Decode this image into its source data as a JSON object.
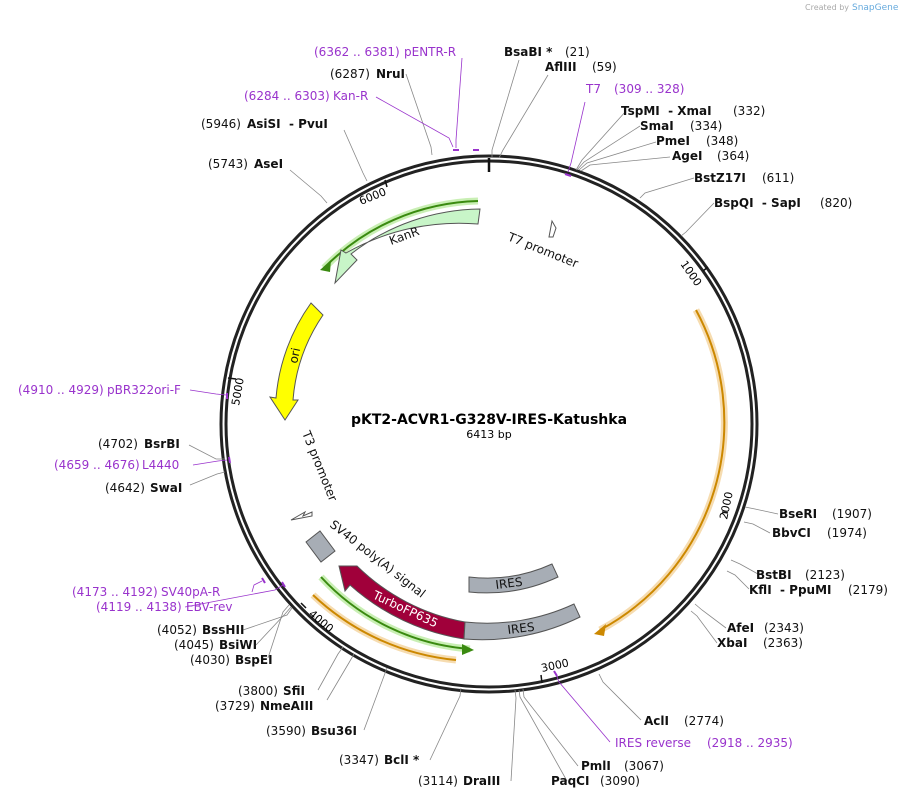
{
  "plasmid": {
    "name": "pKT2-ACVR1-G328V-IRES-Katushka",
    "length_label": "6413 bp",
    "total_bp": 6413
  },
  "watermark": {
    "prefix": "Created by",
    "brand": "SnapGene"
  },
  "ticks": [
    "1000",
    "2000",
    "3000",
    "4000",
    "5000",
    "6000"
  ],
  "features": {
    "kanr": "KanR",
    "ori": "ori",
    "t7_promoter": "T7 promoter",
    "t3_promoter": "T3 promoter",
    "sv40_polya": "SV40 poly(A) signal",
    "turbofp": "TurboFP635",
    "ires_inner": "IRES",
    "ires_outer": "IRES"
  },
  "sites": [
    {
      "pos": "(21)",
      "name": "BsaBI *"
    },
    {
      "pos": "(59)",
      "name": "AflIII"
    },
    {
      "pos": "(332)",
      "name": "TspMI  - XmaI"
    },
    {
      "pos": "(334)",
      "name": "SmaI"
    },
    {
      "pos": "(348)",
      "name": "PmeI"
    },
    {
      "pos": "(364)",
      "name": "AgeI"
    },
    {
      "pos": "(611)",
      "name": "BstZ17I"
    },
    {
      "pos": "(820)",
      "name": "BspQI  - SapI"
    },
    {
      "pos": "(1907)",
      "name": "BseRI"
    },
    {
      "pos": "(1974)",
      "name": "BbvCI"
    },
    {
      "pos": "(2123)",
      "name": "BstBI"
    },
    {
      "pos": "(2179)",
      "name": "KflI  - PpuMI"
    },
    {
      "pos": "(2343)",
      "name": "AfeI"
    },
    {
      "pos": "(2363)",
      "name": "XbaI"
    },
    {
      "pos": "(2774)",
      "name": "AclI"
    },
    {
      "pos": "(3067)",
      "name": "PmlI"
    },
    {
      "pos": "(3090)",
      "name": "PaqCI"
    },
    {
      "pos": "(3114)",
      "name": "DraIII"
    },
    {
      "pos": "(3347)",
      "name": "BclI *"
    },
    {
      "pos": "(3590)",
      "name": "Bsu36I"
    },
    {
      "pos": "(3729)",
      "name": "NmeAIII"
    },
    {
      "pos": "(3800)",
      "name": "SfiI"
    },
    {
      "pos": "(4030)",
      "name": "BspEI"
    },
    {
      "pos": "(4045)",
      "name": "BsiWI"
    },
    {
      "pos": "(4052)",
      "name": "BssHII"
    },
    {
      "pos": "(4642)",
      "name": "SwaI"
    },
    {
      "pos": "(4702)",
      "name": "BsrBI"
    },
    {
      "pos": "(5743)",
      "name": "AseI"
    },
    {
      "pos": "(5946)",
      "name": "AsiSI  - PvuI"
    },
    {
      "pos": "(6287)",
      "name": "NruI"
    }
  ],
  "primers": [
    {
      "pos": "(6362 .. 6381)",
      "name": "pENTR-R"
    },
    {
      "pos": "(6284 .. 6303)",
      "name": "Kan-R"
    },
    {
      "pos": "(309 .. 328)",
      "name": "T7"
    },
    {
      "pos": "(4910 .. 4929)",
      "name": "pBR322ori-F"
    },
    {
      "pos": "(4659 .. 4676)",
      "name": "L4440"
    },
    {
      "pos": "(4173 .. 4192)",
      "name": "SV40pA-R"
    },
    {
      "pos": "(4119 .. 4138)",
      "name": "EBV-rev"
    },
    {
      "pos": "(2918 .. 2935)",
      "name": "IRES reverse"
    }
  ],
  "colors": {
    "backbone": "#222222",
    "kanr_fill": "#c8f5c8",
    "ori_fill": "#ffff00",
    "turbofp_fill": "#a0003a",
    "ires_fill": "#a7adb5",
    "orf_orange": "#cc8800",
    "orf_green": "#3a8a10",
    "primer": "#9933cc"
  }
}
